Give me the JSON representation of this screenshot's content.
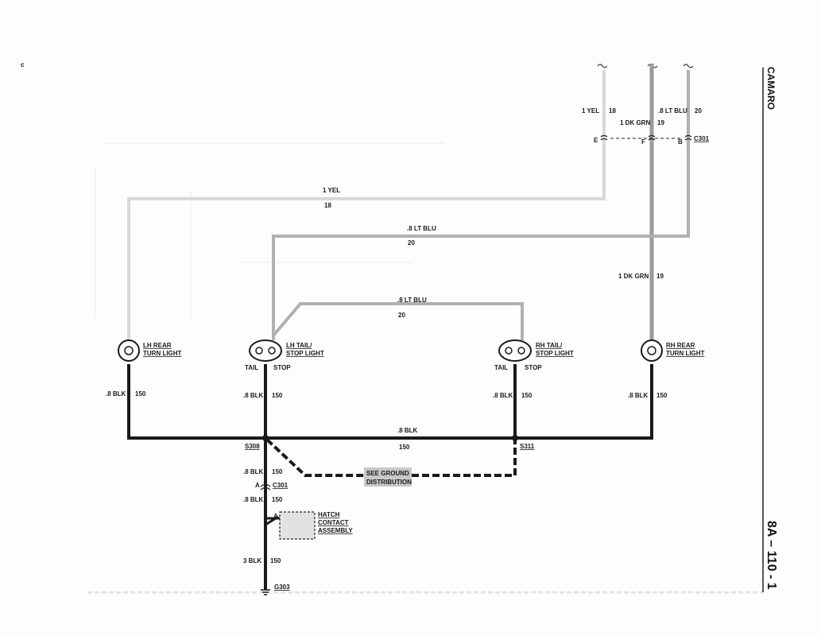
{
  "side": {
    "title": "CAMARO",
    "page": "8A – 110 - 1",
    "corner_mark": "c"
  },
  "colors": {
    "yellow_wire": "#d8d8d8",
    "blue_wire": "#b0b0b0",
    "green_wire": "#9a9a9a",
    "black_wire": "#1a1a1a",
    "ground_box": "#c8c8c8"
  },
  "top": {
    "yel_label": "1 YEL",
    "yel_circuit": "18",
    "dkgrn_label": "1 DK GRN",
    "dkgrn_circuit": "19",
    "ltblu_label": ".8 LT BLU",
    "ltblu_circuit": "20",
    "pin_e": "E",
    "pin_f": "F",
    "pin_b": "B",
    "connector": "C301"
  },
  "mid": {
    "yel_label": "1 YEL",
    "yel_circuit": "18",
    "ltblu_label": ".8 LT BLU",
    "ltblu_circuit": "20",
    "dkgrn_label": "1 DK GRN",
    "dkgrn_circuit": "19",
    "ltblu2_label": ".8 LT BLU",
    "ltblu2_circuit": "20"
  },
  "lamps": {
    "lh_turn": [
      "LH REAR",
      "TURN LIGHT"
    ],
    "lh_tail": [
      "LH TAIL/",
      "STOP LIGHT"
    ],
    "rh_tail": [
      "RH TAIL/",
      "STOP LIGHT"
    ],
    "rh_turn": [
      "RH REAR",
      "TURN LIGHT"
    ],
    "tail": "TAIL",
    "stop": "STOP"
  },
  "grounds": {
    "blk_label": ".8 BLK",
    "blk_circuit": "150",
    "bus_label": ".8 BLK",
    "bus_circuit": "150",
    "s308": "S308",
    "s311": "S311",
    "see_ground": [
      "SEE GROUND",
      "DISTRIBUTION"
    ],
    "c301": "C301",
    "pin_a": "A",
    "hatch": [
      "HATCH",
      "CONTACT",
      "ASSEMBLY"
    ],
    "blk3_label": "3 BLK",
    "blk3_circuit": "150",
    "g303": "G303"
  }
}
